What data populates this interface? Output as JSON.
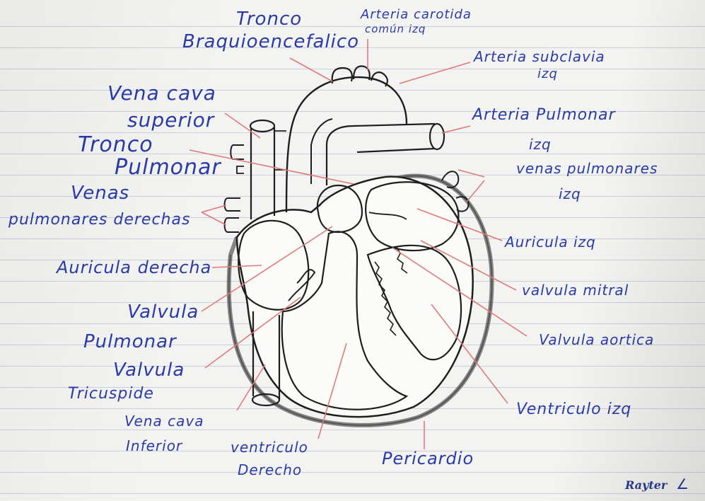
{
  "labels": {
    "tronco_braq_1": "Tronco",
    "tronco_braq_2": "Braquioencefalico",
    "carotida_1": "Arteria carotida",
    "carotida_2": "común izq",
    "subclavia_1": "Arteria subclavia",
    "subclavia_2": "izq",
    "vena_cava_sup_1": "Vena cava",
    "vena_cava_sup_2": "superior",
    "tronco_pulm_1": "Tronco",
    "tronco_pulm_2": "Pulmonar",
    "art_pulmonar_1": "Arteria Pulmonar",
    "art_pulmonar_2": "izq",
    "venas_pulm_izq_1": "venas pulmonares",
    "venas_pulm_izq_2": "izq",
    "venas_pulm_der_1": "Venas",
    "venas_pulm_der_2": "pulmonares derechas",
    "auricula_izq": "Auricula izq",
    "auricula_der": "Auricula derecha",
    "valvula_mitral": "valvula mitral",
    "valvula_pulm_1": "Valvula",
    "valvula_pulm_2": "Pulmonar",
    "valvula_aortica": "Valvula aortica",
    "valvula_tric_1": "Valvula",
    "valvula_tric_2": "Tricuspide",
    "vena_cava_inf_1": "Vena cava",
    "vena_cava_inf_2": "Inferior",
    "ventriculo_der_1": "ventriculo",
    "ventriculo_der_2": "Derecho",
    "ventriculo_izq": "Ventriculo izq",
    "pericardio": "Pericardio"
  },
  "brand": "Rayter",
  "colors": {
    "ink_blue": "#2a3aa8",
    "pencil": "#222222",
    "leader_red": "#e07a7a",
    "paper": "#f3f4f1",
    "rule": "#c9d0e0"
  }
}
